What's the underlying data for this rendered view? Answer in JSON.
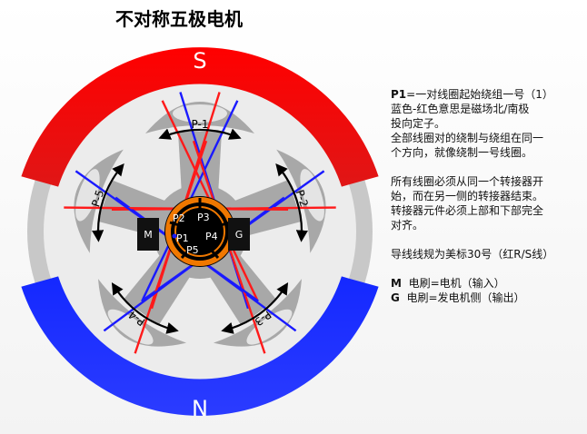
{
  "title": "不对称五极电机",
  "poles": {
    "top": "S",
    "bottom": "N"
  },
  "pitch_labels": [
    "P-1",
    "P-2",
    "P-3",
    "P-4",
    "P-5"
  ],
  "commutator_labels": [
    "P1",
    "P2",
    "P3",
    "P4",
    "P5"
  ],
  "brushes": {
    "left": "M",
    "right": "G"
  },
  "notes": {
    "line1_key": "P1",
    "line1_rest": "=一对线圈起始绕组一号（1）",
    "line2": "蓝色-红色意思是磁场北/南极",
    "line3": "投向定子。",
    "line4": "全部线圈对的绕制与绕组在同一",
    "line5": "个方向，就像绕制一号线圈。",
    "line6": "所有线圈必须从同一个转接器开",
    "line7": "始，而在另一侧的转接器结束。",
    "line8": "转接器元件必须上部和下部完全",
    "line9": "对齐。",
    "line10": "导线线规为美标30号（红R/S线）",
    "legend_m_key": "M",
    "legend_m_text": "电刷=电机（输入）",
    "legend_g_key": "G",
    "legend_g_text": "电刷=发电机侧（输出）"
  },
  "colors": {
    "pole_s": "#ff1212",
    "pole_n": "#1e2cff",
    "stator": "#c8c8c8",
    "rotor": "#a8a8a8",
    "commutator": "#f07800",
    "wire_red": "#ff1a1a",
    "wire_blue": "#1a1aff"
  }
}
